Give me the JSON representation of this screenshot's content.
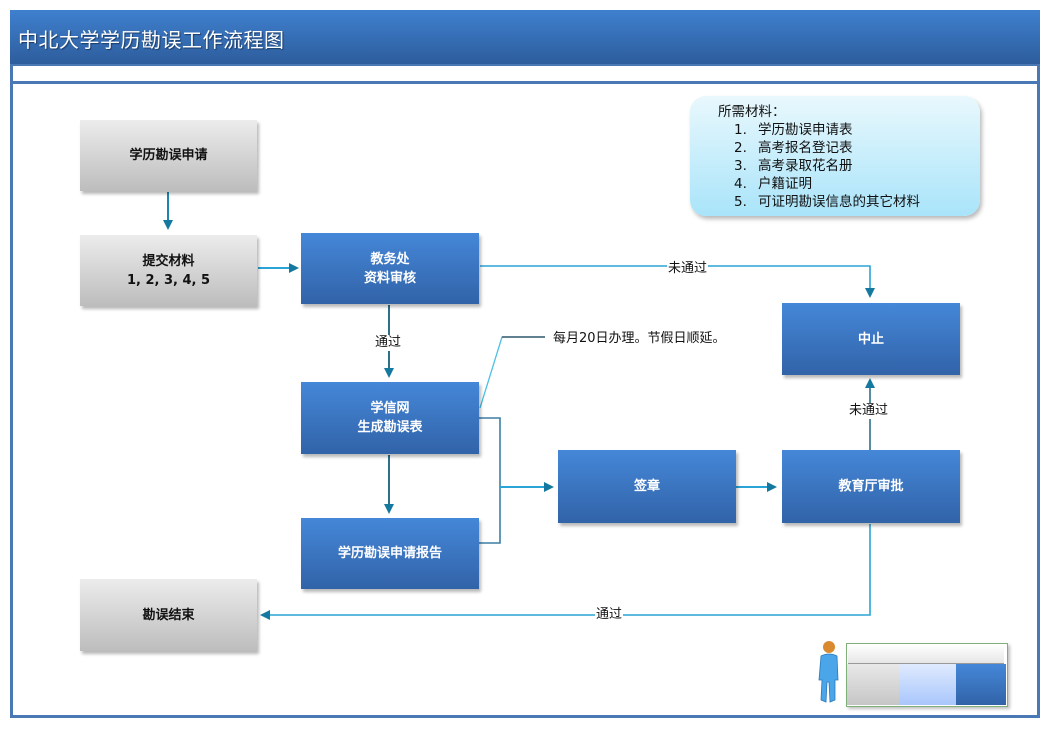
{
  "title": "中北大学学历勘误工作流程图",
  "materials_note": {
    "heading": "所需材料：",
    "items": [
      {
        "num": "1.",
        "text": "学历勘误申请表"
      },
      {
        "num": "2.",
        "text": "高考报名登记表"
      },
      {
        "num": "3.",
        "text": "高考录取花名册"
      },
      {
        "num": "4.",
        "text": "户籍证明"
      },
      {
        "num": "5.",
        "text": "可证明勘误信息的其它材料"
      }
    ]
  },
  "nodes": {
    "apply": {
      "label": "学历勘误申请",
      "style": "gray"
    },
    "submit": {
      "label": "提交材料\n1, 2, 3, 4, 5",
      "style": "gray"
    },
    "review": {
      "label": "教务处\n资料审核",
      "style": "blue"
    },
    "chsi": {
      "label": "学信网\n生成勘误表",
      "style": "blue"
    },
    "report": {
      "label": "学历勘误申请报告",
      "style": "blue"
    },
    "stamp": {
      "label": "签章",
      "style": "blue"
    },
    "edu_dept": {
      "label": "教育厅审批",
      "style": "blue"
    },
    "stop": {
      "label": "中止",
      "style": "blue"
    },
    "end": {
      "label": "勘误结束",
      "style": "gray"
    }
  },
  "edge_labels": {
    "review_pass": "通过",
    "review_fail": "未通过",
    "dept_fail": "未通过",
    "dept_pass": "通过"
  },
  "callout": "每月20日办理。节假日顺延。",
  "legend": {
    "icon": "person-icon",
    "swatches": [
      "#d6d6d6",
      "#c4d8fc",
      "#3d74c0"
    ]
  },
  "colors": {
    "title_bar": "#3a72bf",
    "node_blue": "#3d74c0",
    "node_gray": "#d6d6d6",
    "connector": "#1b8fbf",
    "note_fill": "#c4ecfb"
  }
}
